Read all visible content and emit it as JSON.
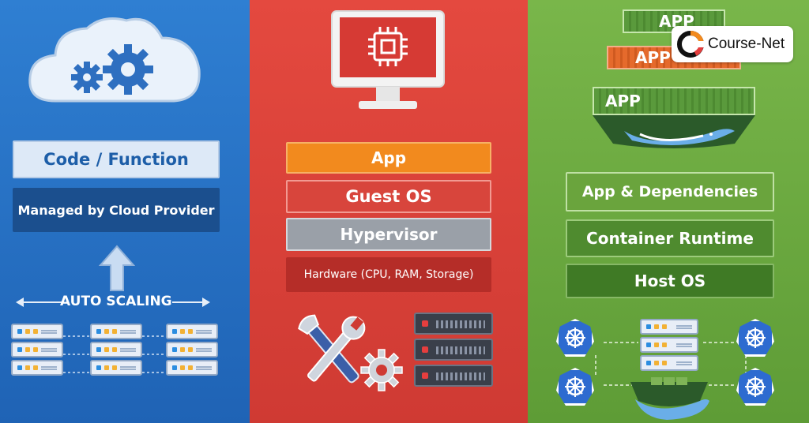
{
  "serverless": {
    "code_layer": "Code / Function",
    "managed_layer": "Managed by Cloud Provider",
    "scaling_label": "AUTO SCALING"
  },
  "virtualization": {
    "layers": [
      "App",
      "Guest OS",
      "Hypervisor",
      "Hardware (CPU, RAM, Storage)"
    ]
  },
  "containers": {
    "stack_labels": [
      "APP",
      "APP",
      "APP"
    ],
    "layers": [
      "App & Dependencies",
      "Container Runtime",
      "Host OS"
    ]
  },
  "brand": {
    "name": "Course-Net"
  },
  "colors": {
    "serverless_bg": "#2a72c8",
    "virtualization_bg": "#dc4239",
    "containers_bg": "#6ba941",
    "app_orange": "#f28a1e",
    "hypervisor_gray": "#9aa0a8"
  },
  "icons": [
    "cloud-gears-icon",
    "up-arrow-icon",
    "server-icon",
    "monitor-chip-icon",
    "wrench-icon",
    "gear-icon",
    "server-rack-icon",
    "docker-whale-icon",
    "kubernetes-icon"
  ]
}
